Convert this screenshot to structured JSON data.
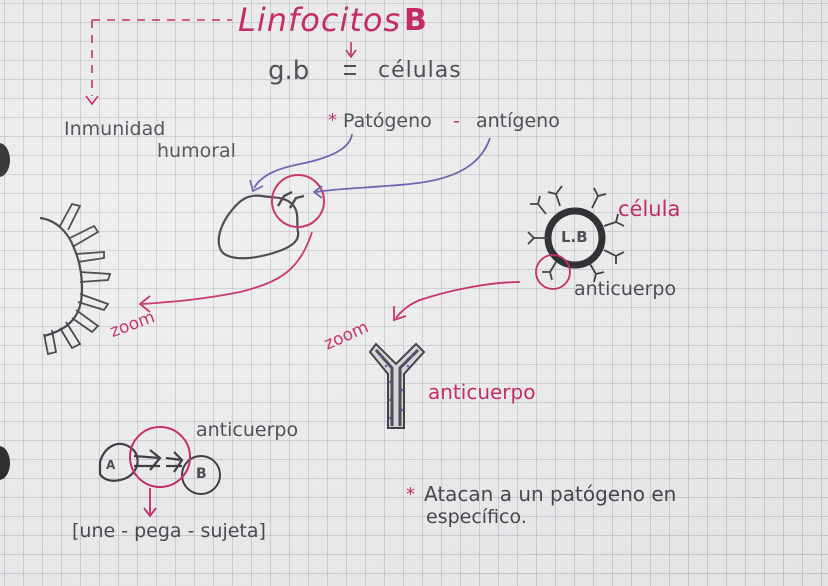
{
  "title": {
    "text": "Linfocitos",
    "letter": "B"
  },
  "equation": {
    "left": "g.b",
    "right": "células"
  },
  "labels": {
    "inmunidad_line1": "Inmunidad",
    "inmunidad_line2": "humoral",
    "patogeno": "Patógeno",
    "antigeno": "antígeno",
    "celula": "célula",
    "lb": "L.B",
    "anticuerpo_cell": "anticuerpo",
    "zoom_left": "zoom",
    "zoom_right": "zoom",
    "anticuerpo_mid": "anticuerpo",
    "anticuerpo_bottom": "anticuerpo",
    "a_mark": "A",
    "b_mark": "B",
    "une": "[une - pega - sujeta]",
    "atacan_line1": "Atacan a un patógeno en",
    "atacan_line2": "específico.",
    "star": "*",
    "dash": "-"
  },
  "colors": {
    "pink": "#c0175a",
    "purple": "#5b4fa6",
    "ink": "#2e2c33",
    "grid": "#9aa2b2",
    "paper": "#ececed"
  }
}
